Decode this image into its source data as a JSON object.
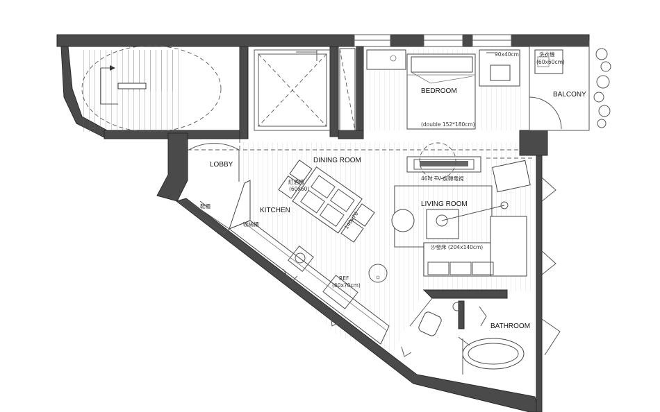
{
  "rooms": {
    "bedroom": "BEDROOM",
    "balcony": "BALCONY",
    "lobby": "LOBBY",
    "dining_room": "DINING ROOM",
    "kitchen": "KITCHEN",
    "living_room": "LIVING ROOM",
    "bathroom": "BATHROOM"
  },
  "notes": {
    "bed_size": "(double 152*180cm)",
    "desk_size": "90x40cm",
    "washer_name": "洗衣機",
    "washer_size": "(60x60cm)",
    "wine_cabinet_name": "紅酒櫃",
    "wine_cabinet_size": "(60x60)",
    "tv": "46吋 TV-旋轉電視",
    "sofa": "沙發床 (204x140cm)",
    "storage_cabinet": "收納櫃",
    "shoe_cabinet": "鞋櫃",
    "ref": "REF",
    "ref_size": "(60x70cm)",
    "table_size": "140x70"
  },
  "colors": {
    "wall": "#4a4a4a",
    "line": "#444444",
    "background": "#ffffff"
  }
}
